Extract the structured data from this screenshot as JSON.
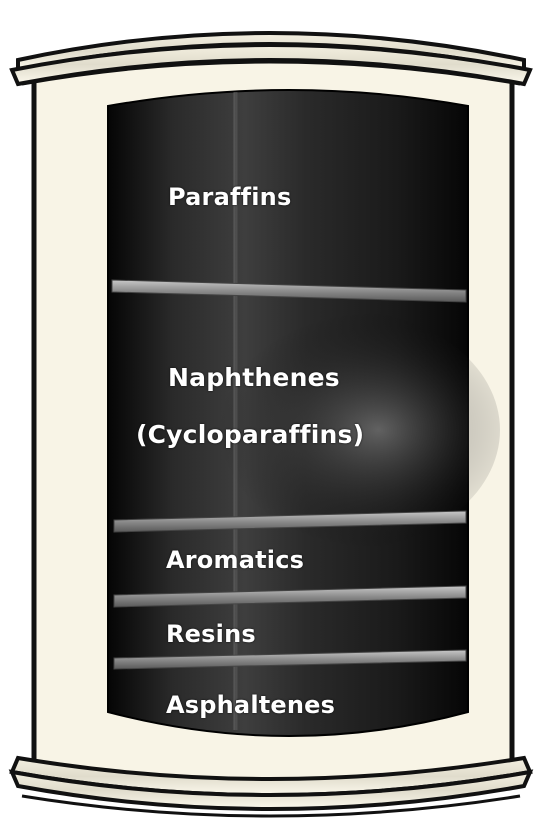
{
  "layers": [
    {
      "id": "paraffins",
      "label": "Paraffins"
    },
    {
      "id": "naphthenes",
      "label": "Naphthenes"
    },
    {
      "id": "naphthenes_alt",
      "label": "(Cycloparaffins)"
    },
    {
      "id": "aromatics",
      "label": "Aromatics"
    },
    {
      "id": "resins",
      "label": "Resins"
    },
    {
      "id": "asphaltenes",
      "label": "Asphaltenes"
    }
  ],
  "colors": {
    "barrel_body": "#f8f4e6",
    "barrel_outline": "#111111",
    "interior_dark": "#141414",
    "interior_mid": "#3a3a3a",
    "divider": "#8a8a8a",
    "label": "#ffffff"
  }
}
